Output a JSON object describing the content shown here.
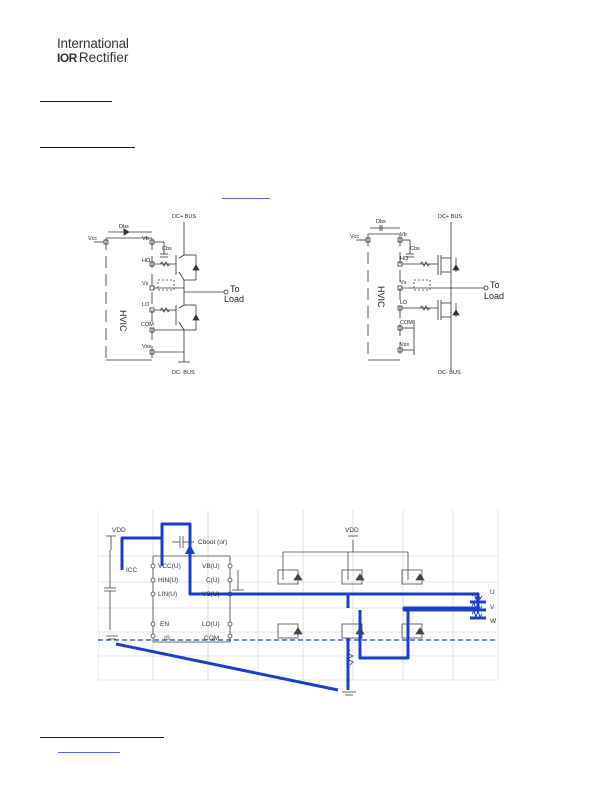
{
  "header": {
    "logo_line1": "International",
    "logo_mark": "IOR",
    "logo_line2": "Rectifier"
  },
  "diagram_left": {
    "dc_bus_top": "DC+ BUS",
    "dc_bus_bottom": "DC- BUS",
    "chip_label": "HVIC",
    "dbs_label": "Dbs",
    "pins": {
      "vcc": "Vcc",
      "vb": "Vb",
      "ho": "HO",
      "vs": "Vs",
      "lo": "LO",
      "com": "COM",
      "vss": "Vss",
      "cbs": "Cbs"
    },
    "load_line1": "To",
    "load_line2": "Load"
  },
  "diagram_right": {
    "dc_bus_top": "DC+ BUS",
    "dc_bus_bottom": "DC- BUS",
    "chip_label": "HVIC",
    "dbs_label": "Dbs",
    "pins": {
      "vcc": "Vcc",
      "vb": "Vb",
      "ho": "HO",
      "vs": "Vs",
      "lo": "LO",
      "com": "COM",
      "vss": "Vss",
      "cbs": "Cbs"
    },
    "load_line1": "To",
    "load_line2": "Load"
  },
  "diagram_bottom": {
    "vdd_left": "VDD",
    "vdd_right": "VDD",
    "icc": "ICC",
    "cap_label": "Cboot (or)",
    "pins": [
      "VCC(U)",
      "HIN(U)",
      "LIN(U)",
      "EN",
      "IS",
      "VB(U)",
      "C(U)",
      "VS(U)",
      "LO(U)",
      "COM"
    ],
    "outputs": [
      "U",
      "V",
      "W"
    ]
  },
  "colors": {
    "current_path": "#1a3fc4",
    "dashed_line": "#1a3fc4",
    "grid": "#cccccc",
    "link": "#5566dd"
  }
}
